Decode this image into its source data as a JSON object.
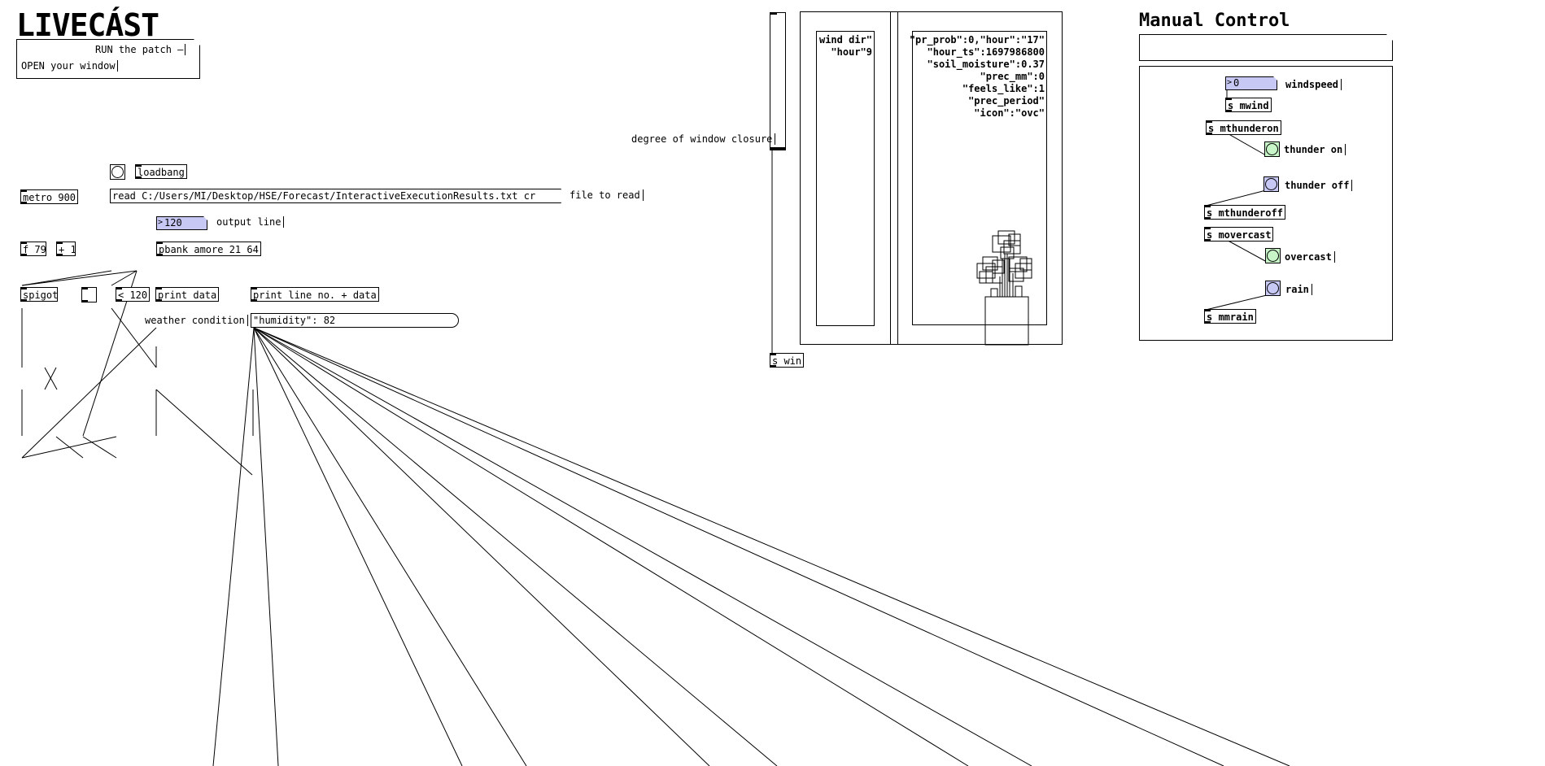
{
  "title": "LIVECÁST",
  "intro_comment": {
    "line1": "RUN the patch –",
    "line2": "OPEN your window"
  },
  "patch": {
    "loadbang": "loadbang",
    "metro": "metro 900",
    "read_message": "read C:/Users/MI/Desktop/HSE/Forecast/InteractiveExecutionResults.txt cr",
    "file_label": "file to read",
    "output_number": "120",
    "output_label": "output line",
    "float_obj": "f 79",
    "plus_obj": "+ 1",
    "pbank": "pbank amore 21 64",
    "spigot": "spigot",
    "compare": "< 120",
    "print_data": "print data",
    "print_line": "print line no. + data",
    "weather_label": "weather condition",
    "weather_value": "\"humidity\": 82"
  },
  "window": {
    "closure_label": "degree of window closure",
    "send_win": "s win",
    "left_pane_text": [
      "wind dir\"",
      "\"hour\"9"
    ],
    "right_pane_text": [
      "\"pr_prob\":0,\"hour\":\"17\"",
      "\"hour_ts\":1697986800",
      "\"soil_moisture\":0.37",
      "\"prec_mm\":0",
      "\"feels_like\":1",
      "\"prec_period\"",
      "\"icon\":\"ovc\""
    ]
  },
  "manual": {
    "title": "Manual Control",
    "windspeed_value": "0",
    "windspeed_label": "windspeed",
    "s_mwind": "s mwind",
    "s_mthunderon": "s mthunderon",
    "thunder_on_label": "thunder on",
    "thunder_off_label": "thunder off",
    "s_mthunderoff": "s mthunderoff",
    "s_movercast": "s movercast",
    "overcast_label": "overcast",
    "rain_label": "rain",
    "s_mmrain": "s mmrain"
  },
  "colors": {
    "number_box": "#c8c8f5",
    "bang_green": "#c8f5c8",
    "bang_blue": "#c8c8f5"
  }
}
